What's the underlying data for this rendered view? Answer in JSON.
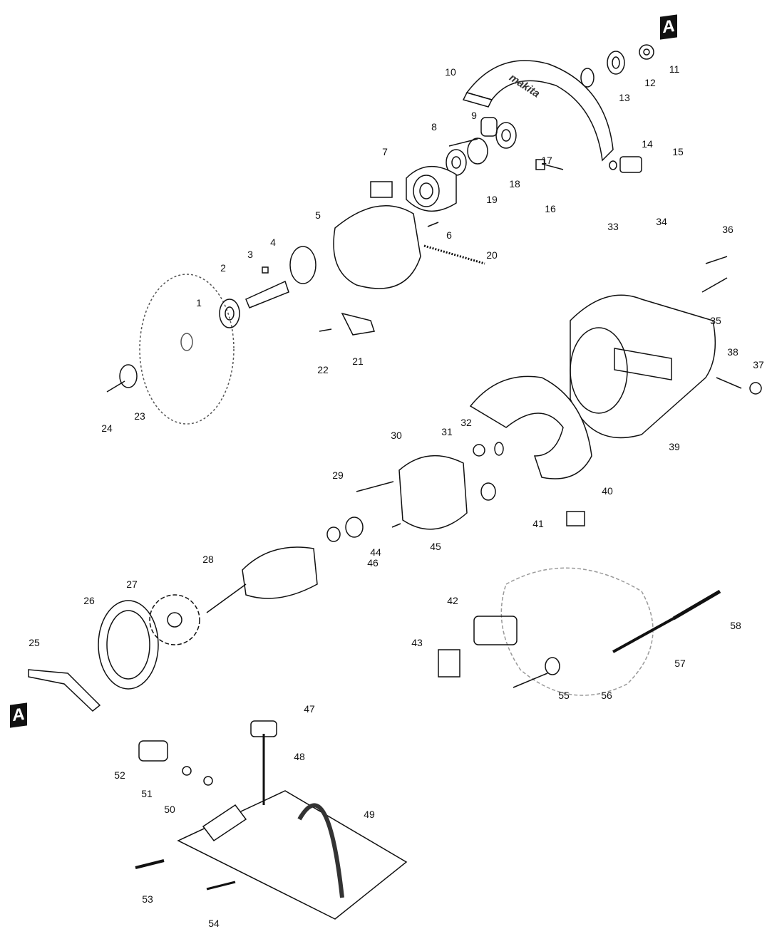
{
  "title_markers": {
    "top": "A",
    "bottom": "A"
  },
  "logo_text": "makita",
  "labels": [
    "1",
    "2",
    "3",
    "4",
    "5",
    "6",
    "7",
    "8",
    "9",
    "10",
    "11",
    "12",
    "13",
    "14",
    "15",
    "16",
    "17",
    "18",
    "19",
    "20",
    "21",
    "22",
    "23",
    "24",
    "25",
    "26",
    "27",
    "28",
    "29",
    "30",
    "31",
    "32",
    "33",
    "34",
    "35",
    "36",
    "37",
    "38",
    "39",
    "40",
    "41",
    "42",
    "43",
    "44",
    "45",
    "46",
    "47",
    "48",
    "49",
    "50",
    "51",
    "52",
    "53",
    "54",
    "55",
    "56",
    "57",
    "58"
  ],
  "colors": {
    "ink": "#111111",
    "ghost": "#999999"
  }
}
